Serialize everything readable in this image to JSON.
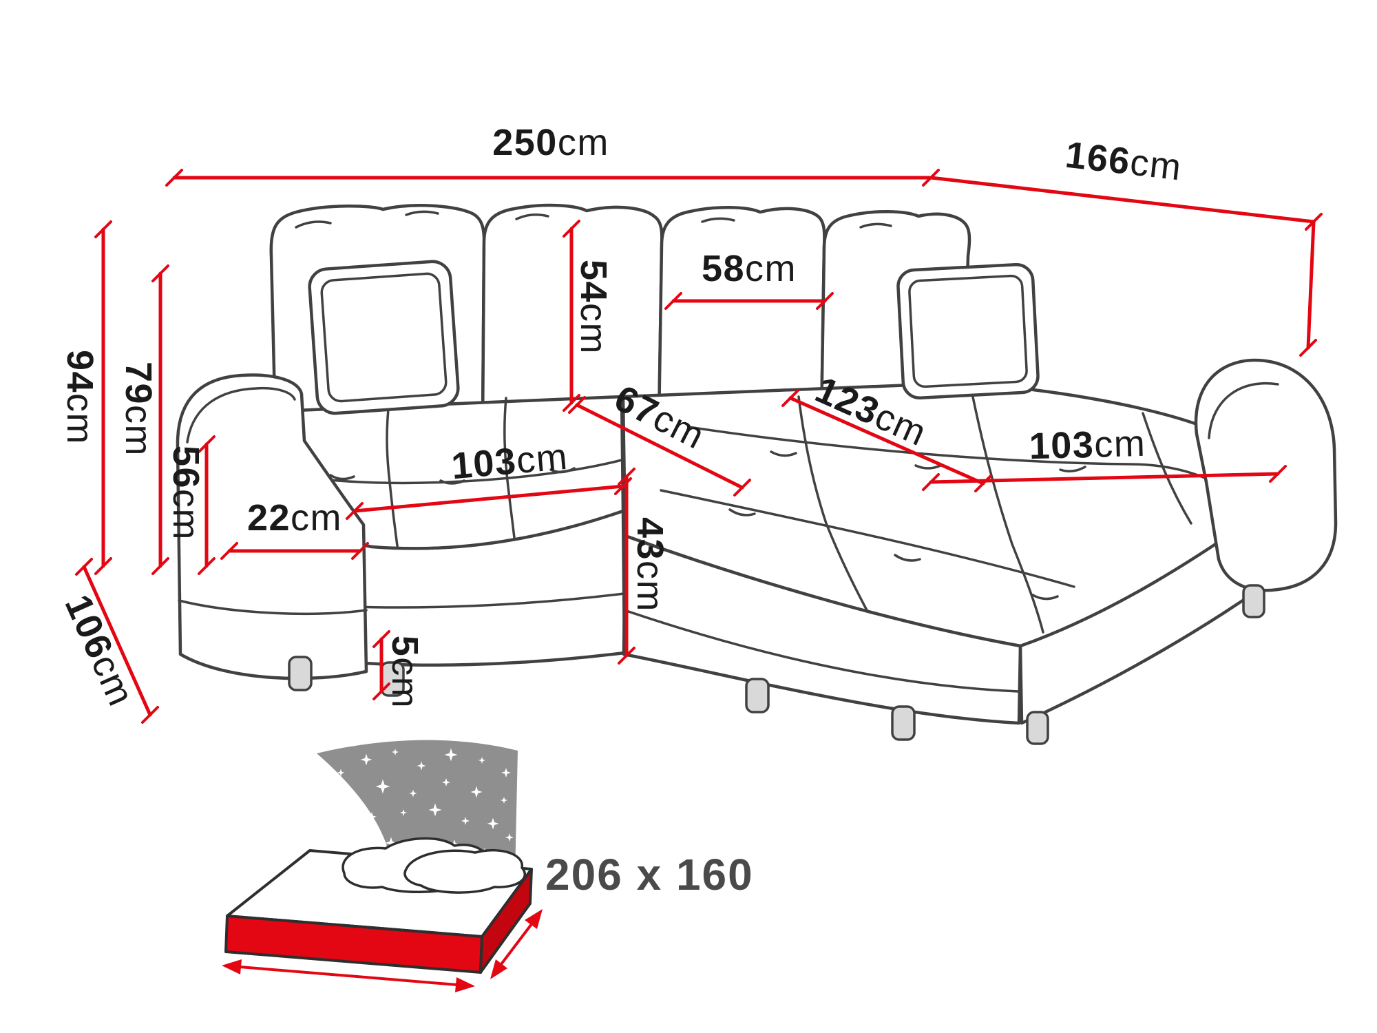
{
  "page": {
    "background": "#ffffff"
  },
  "diagram": {
    "type": "furniture-dimension-diagram",
    "subject": "corner sofa bed with chaise",
    "accent_color": "#e30613",
    "outline_color": "#414141",
    "label_color": "#1a1a1a",
    "dimensions": {
      "overall_width": {
        "value": "250",
        "unit": "cm"
      },
      "chaise_depth": {
        "value": "166",
        "unit": "cm"
      },
      "overall_height": {
        "value": "94",
        "unit": "cm"
      },
      "backrest_height": {
        "value": "79",
        "unit": "cm"
      },
      "armrest_height": {
        "value": "56",
        "unit": "cm"
      },
      "side_depth": {
        "value": "106",
        "unit": "cm"
      },
      "armrest_width": {
        "value": "22",
        "unit": "cm"
      },
      "left_seat_width": {
        "value": "103",
        "unit": "cm"
      },
      "seat_diagonal_depth": {
        "value": "67",
        "unit": "cm"
      },
      "back_cushion_height": {
        "value": "54",
        "unit": "cm"
      },
      "back_cushion_width": {
        "value": "58",
        "unit": "cm"
      },
      "chaise_seat_length": {
        "value": "123",
        "unit": "cm"
      },
      "right_seat_width": {
        "value": "103",
        "unit": "cm"
      },
      "seat_height": {
        "value": "43",
        "unit": "cm"
      },
      "leg_height": {
        "value": "5",
        "unit": "cm"
      }
    },
    "sleeping_area": {
      "size_label": "206 x 160",
      "icon": "bed-with-starry-blanket"
    }
  }
}
